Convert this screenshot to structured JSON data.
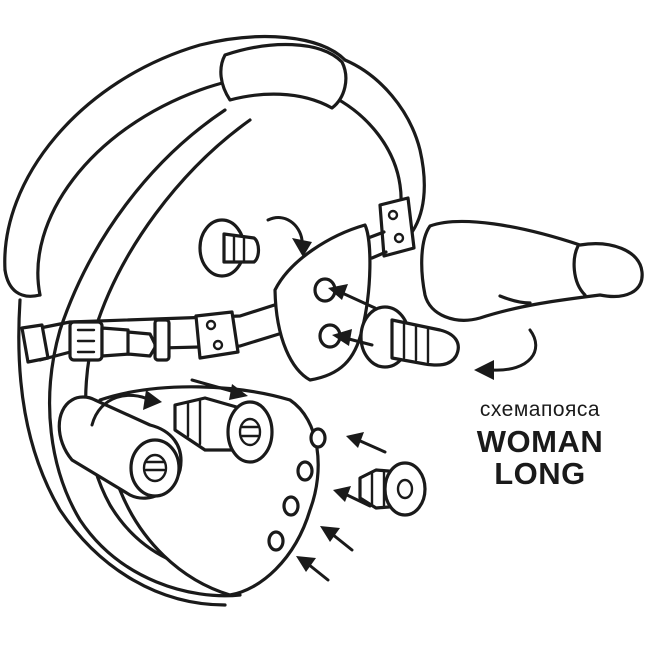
{
  "diagram": {
    "caption_scheme": "схемапояса",
    "caption_model_line1": "WOMAN",
    "caption_model_line2": "LONG",
    "stroke_color": "#1a1a1a",
    "background_color": "#ffffff"
  }
}
